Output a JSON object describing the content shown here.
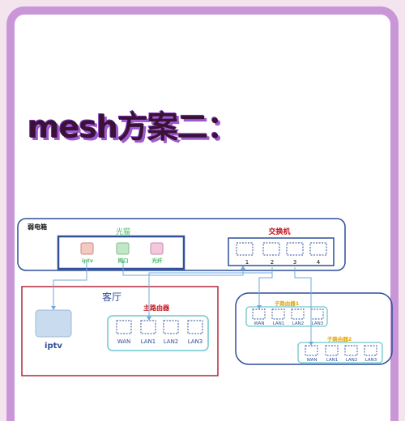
{
  "headline": "mesh方案二：",
  "weak_box": {
    "label": "弱电箱",
    "modem": {
      "label": "光猫",
      "ports": [
        "iptv",
        "网口",
        "光纤"
      ],
      "port_colors": [
        "#f3c9c2",
        "#bfe8c7",
        "#f3c7de"
      ]
    },
    "switch": {
      "label": "交换机",
      "ports": [
        "1",
        "2",
        "3",
        "4"
      ]
    }
  },
  "living_room": {
    "label": "客厅",
    "tv": {
      "label": "iptv"
    },
    "main_router": {
      "label": "主路由器",
      "ports": [
        "WAN",
        "LAN1",
        "LAN2",
        "LAN3"
      ]
    }
  },
  "sub_routers": [
    {
      "label": "子路由器1",
      "ports": [
        "WAN",
        "LAN1",
        "LAN2",
        "LAN3"
      ]
    },
    {
      "label": "子路由器2",
      "ports": [
        "WAN",
        "LAN1",
        "LAN2",
        "LAN3"
      ]
    }
  ],
  "colors": {
    "outline_blue": "#2f4f9a",
    "router_teal": "#6cc7cf",
    "living_room_red": "#b0283c",
    "link_blue": "#6fa9dc",
    "modem_label_green": "#4dbb6a",
    "sub_router_label_yellow": "#e3a400",
    "main_router_label_red": "#c0141c"
  }
}
